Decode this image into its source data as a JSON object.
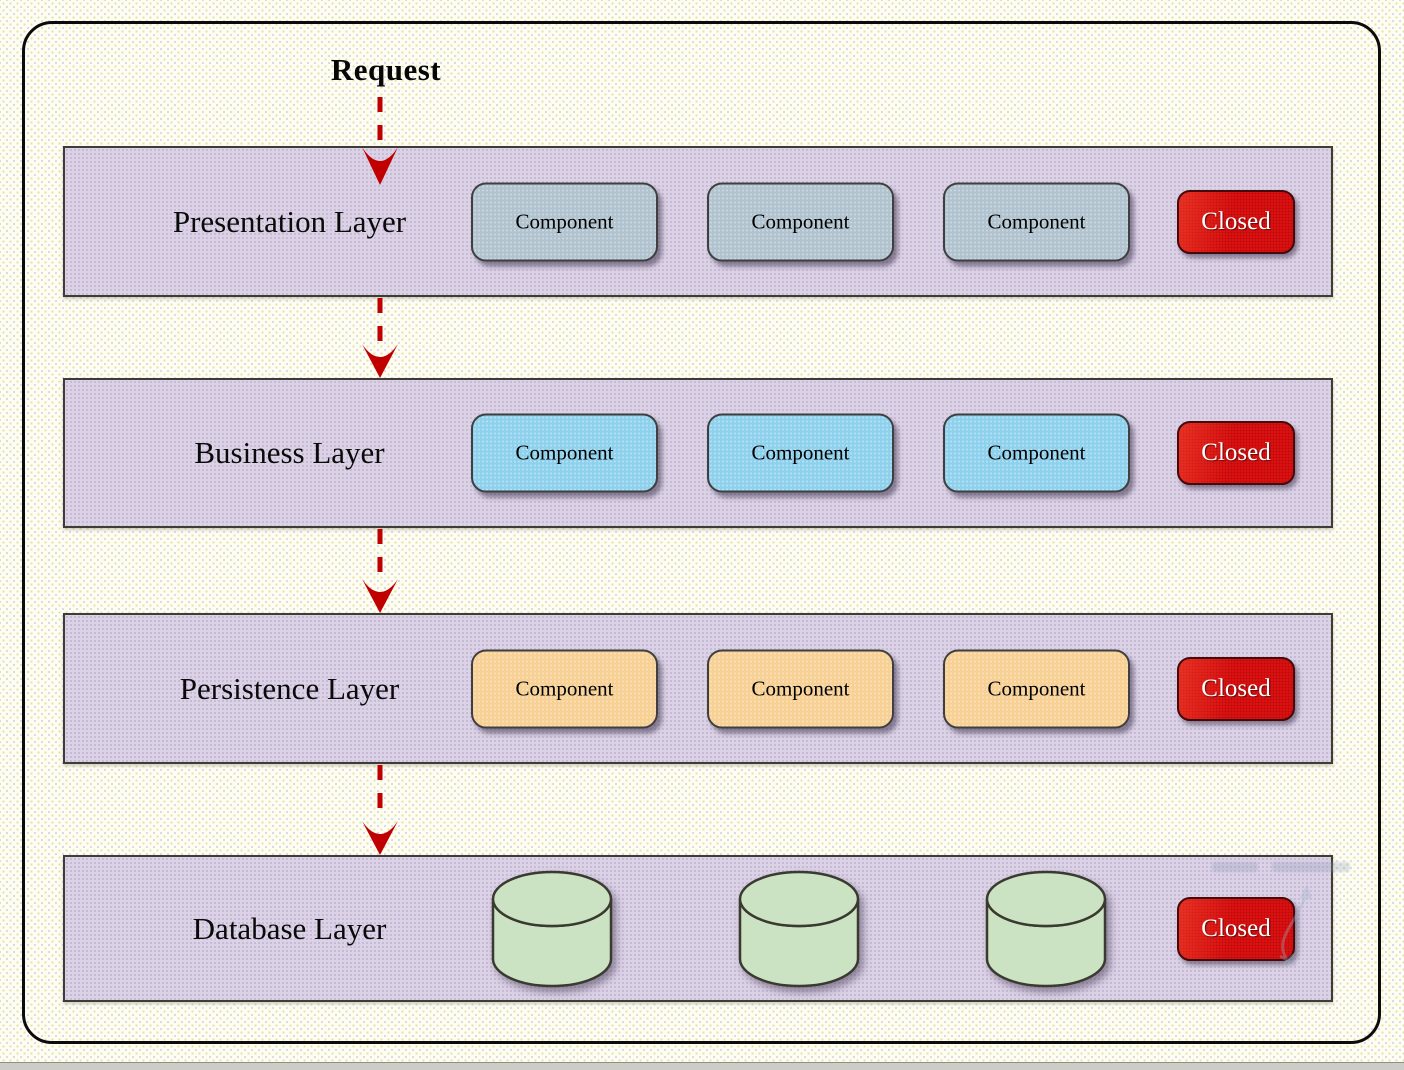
{
  "request": {
    "label": "Request"
  },
  "layers": [
    {
      "name": "Presentation Layer",
      "components": [
        "Component",
        "Component",
        "Component"
      ],
      "status": "Closed",
      "component_color": "#b0c3ce"
    },
    {
      "name": "Business Layer",
      "components": [
        "Component",
        "Component",
        "Component"
      ],
      "status": "Closed",
      "component_color": "#8ed1ec"
    },
    {
      "name": "Persistence Layer",
      "components": [
        "Component",
        "Component",
        "Component"
      ],
      "status": "Closed",
      "component_color": "#f7d094"
    },
    {
      "name": "Database Layer",
      "databases": [
        "database",
        "database",
        "database"
      ],
      "status": "Closed",
      "database_color": "#cbe3c3"
    }
  ],
  "colors": {
    "background": "#fefdf2",
    "band_fill": "#dbd2e5",
    "band_border": "#3d3d35",
    "closed_bg": "#e01111",
    "closed_text": "#ffffff",
    "arrow_red": "#c00000",
    "cylinder_green": "#cbe3c3"
  }
}
